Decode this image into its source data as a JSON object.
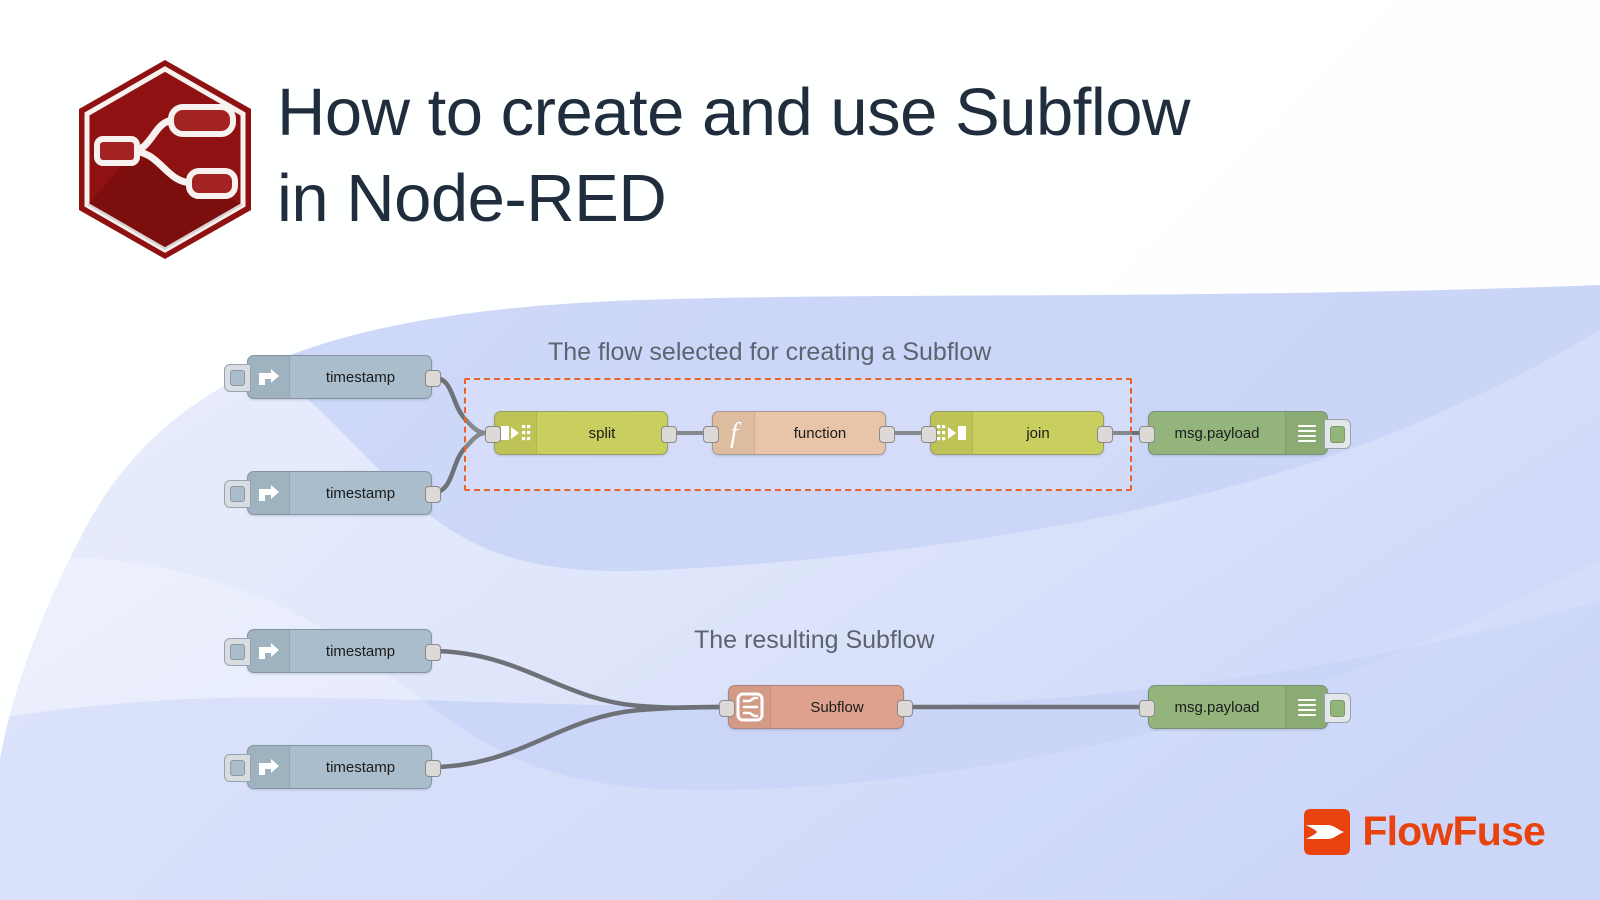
{
  "header": {
    "title": "How to create and use Subflow\nin Node-RED",
    "logo_icon": "node-red-hexagon-logo",
    "logo_color": "#8f1111"
  },
  "brand": {
    "name": "FlowFuse",
    "mark_icon": "flowfuse-mark",
    "color": "#e8430f"
  },
  "colors": {
    "background": "#ccd7f8",
    "wave": "#ffffff",
    "selection_border": "#e8622a",
    "wire": "#6e7278",
    "inject_node": "#a9bdcc",
    "olive_node": "#c9cf5e",
    "function_node": "#e8c5a8",
    "subflow_node": "#dda18d",
    "debug_node": "#93b57c",
    "title_text": "#1f2d3d",
    "annotation_text": "#5c6470"
  },
  "flows": [
    {
      "id": "flow-top",
      "annotation": "The flow selected for creating a Subflow",
      "selection": {
        "visible": true,
        "style": "dashed"
      },
      "nodes": [
        {
          "id": "inject-top-1",
          "type": "inject",
          "label": "timestamp",
          "icon": "arrow-right-icon",
          "button": "inject-button"
        },
        {
          "id": "inject-top-2",
          "type": "inject",
          "label": "timestamp",
          "icon": "arrow-right-icon",
          "button": "inject-button"
        },
        {
          "id": "split-top",
          "type": "split",
          "label": "split",
          "icon": "split-icon",
          "selected": true
        },
        {
          "id": "function-top",
          "type": "function",
          "label": "function",
          "icon": "function-f-icon",
          "selected": true
        },
        {
          "id": "join-top",
          "type": "join",
          "label": "join",
          "icon": "join-icon",
          "selected": true
        },
        {
          "id": "debug-top",
          "type": "debug",
          "label": "msg.payload",
          "icon": "debug-lines-icon",
          "button": "debug-toggle-button"
        }
      ]
    },
    {
      "id": "flow-bottom",
      "annotation": "The resulting Subflow",
      "selection": {
        "visible": false,
        "style": "none"
      },
      "nodes": [
        {
          "id": "inject-bot-1",
          "type": "inject",
          "label": "timestamp",
          "icon": "arrow-right-icon",
          "button": "inject-button"
        },
        {
          "id": "inject-bot-2",
          "type": "inject",
          "label": "timestamp",
          "icon": "arrow-right-icon",
          "button": "inject-button"
        },
        {
          "id": "subflow-bot",
          "type": "subflow",
          "label": "Subflow",
          "icon": "subflow-icon"
        },
        {
          "id": "debug-bot",
          "type": "debug",
          "label": "msg.payload",
          "icon": "debug-lines-icon",
          "button": "debug-toggle-button"
        }
      ]
    }
  ]
}
